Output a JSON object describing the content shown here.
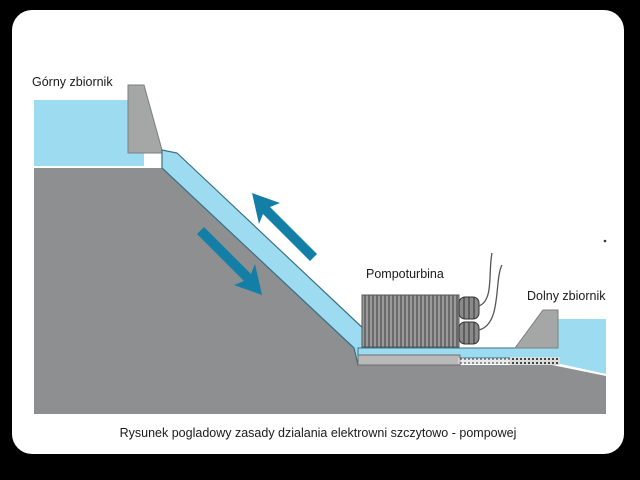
{
  "labels": {
    "upper_reservoir": "Górny zbiornik",
    "lower_reservoir": "Dolny zbiornik",
    "pump_turbine": "Pompoturbina"
  },
  "caption": "Rysunek pogladowy zasady dzialania elektrowni szczytowo - pompowej",
  "colors": {
    "water": "#9ddcf0",
    "ground": "#8d8f91",
    "dam": "#a5a6a6",
    "arrow": "#137ea6",
    "frame_background": "#000000",
    "panel_background": "#ffffff"
  },
  "icons": {
    "flow_up": "arrow-up-left",
    "flow_down": "arrow-down-right"
  }
}
